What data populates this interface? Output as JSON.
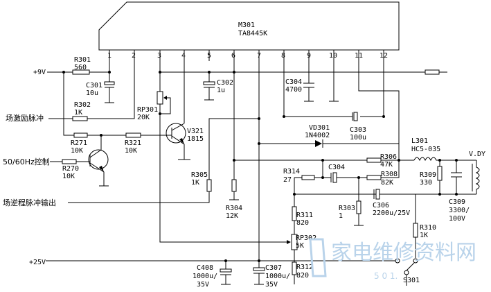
{
  "ic": {
    "ref": "M301",
    "part": "TA8445K",
    "pins": [
      "1",
      "2",
      "3",
      "4",
      "5",
      "6",
      "7",
      "8",
      "9",
      "10",
      "11",
      "12"
    ]
  },
  "inputs": {
    "vcc9": "+9V",
    "field_drive": "场激励脉冲",
    "hz_control": "50/60Hz控制",
    "flyback_out": "场逆程脉冲输出",
    "vcc25": "+25V"
  },
  "components": {
    "R301": {
      "ref": "R301",
      "value": "560"
    },
    "C301": {
      "ref": "C301",
      "value": "10u"
    },
    "C302": {
      "ref": "C302",
      "value": "1u"
    },
    "C304a": {
      "ref": "C304",
      "value": "4700"
    },
    "R302": {
      "ref": "R302",
      "value": "1K"
    },
    "RP301": {
      "ref": "RP301",
      "value": "20K"
    },
    "V321": {
      "ref": "V321",
      "value": "1815"
    },
    "R271": {
      "ref": "R271",
      "value": "10K"
    },
    "R321": {
      "ref": "R321",
      "value": "10K"
    },
    "R270": {
      "ref": "R270",
      "value": "10K"
    },
    "VD301": {
      "ref": "VD301",
      "value": "1N4002"
    },
    "C303": {
      "ref": "C303",
      "value": "100u"
    },
    "L301": {
      "ref": "L301",
      "value": "HC5-035"
    },
    "VDY": {
      "ref": "V.DY"
    },
    "R306": {
      "ref": "R306",
      "value": "47K"
    },
    "R309": {
      "ref": "R309",
      "value": "330"
    },
    "C309": {
      "ref": "C309",
      "value1": "3300/",
      "value2": "100V"
    },
    "R314": {
      "ref": "R314",
      "value": "27"
    },
    "C304b": {
      "ref": "C304"
    },
    "R308": {
      "ref": "R308",
      "value": "82K"
    },
    "R305": {
      "ref": "R305",
      "value": "1K"
    },
    "R304": {
      "ref": "R304",
      "value": "12K"
    },
    "R303": {
      "ref": "R303",
      "value": "1"
    },
    "C306": {
      "ref": "C306",
      "value": "2200u/25V"
    },
    "R311": {
      "ref": "R311",
      "value": "820"
    },
    "R310": {
      "ref": "R310",
      "value": "1K"
    },
    "RP302": {
      "ref": "RP302",
      "value": "5K"
    },
    "C408": {
      "ref": "C408",
      "value1": "1000u/",
      "value2": "35V"
    },
    "C307": {
      "ref": "C307",
      "value1": "1000u/",
      "value2": "35V"
    },
    "R312": {
      "ref": "R312",
      "value": "820"
    },
    "S301": {
      "ref": "S301"
    }
  },
  "watermark": {
    "text": "家电维修资料网",
    "url": "5  0 1."
  }
}
